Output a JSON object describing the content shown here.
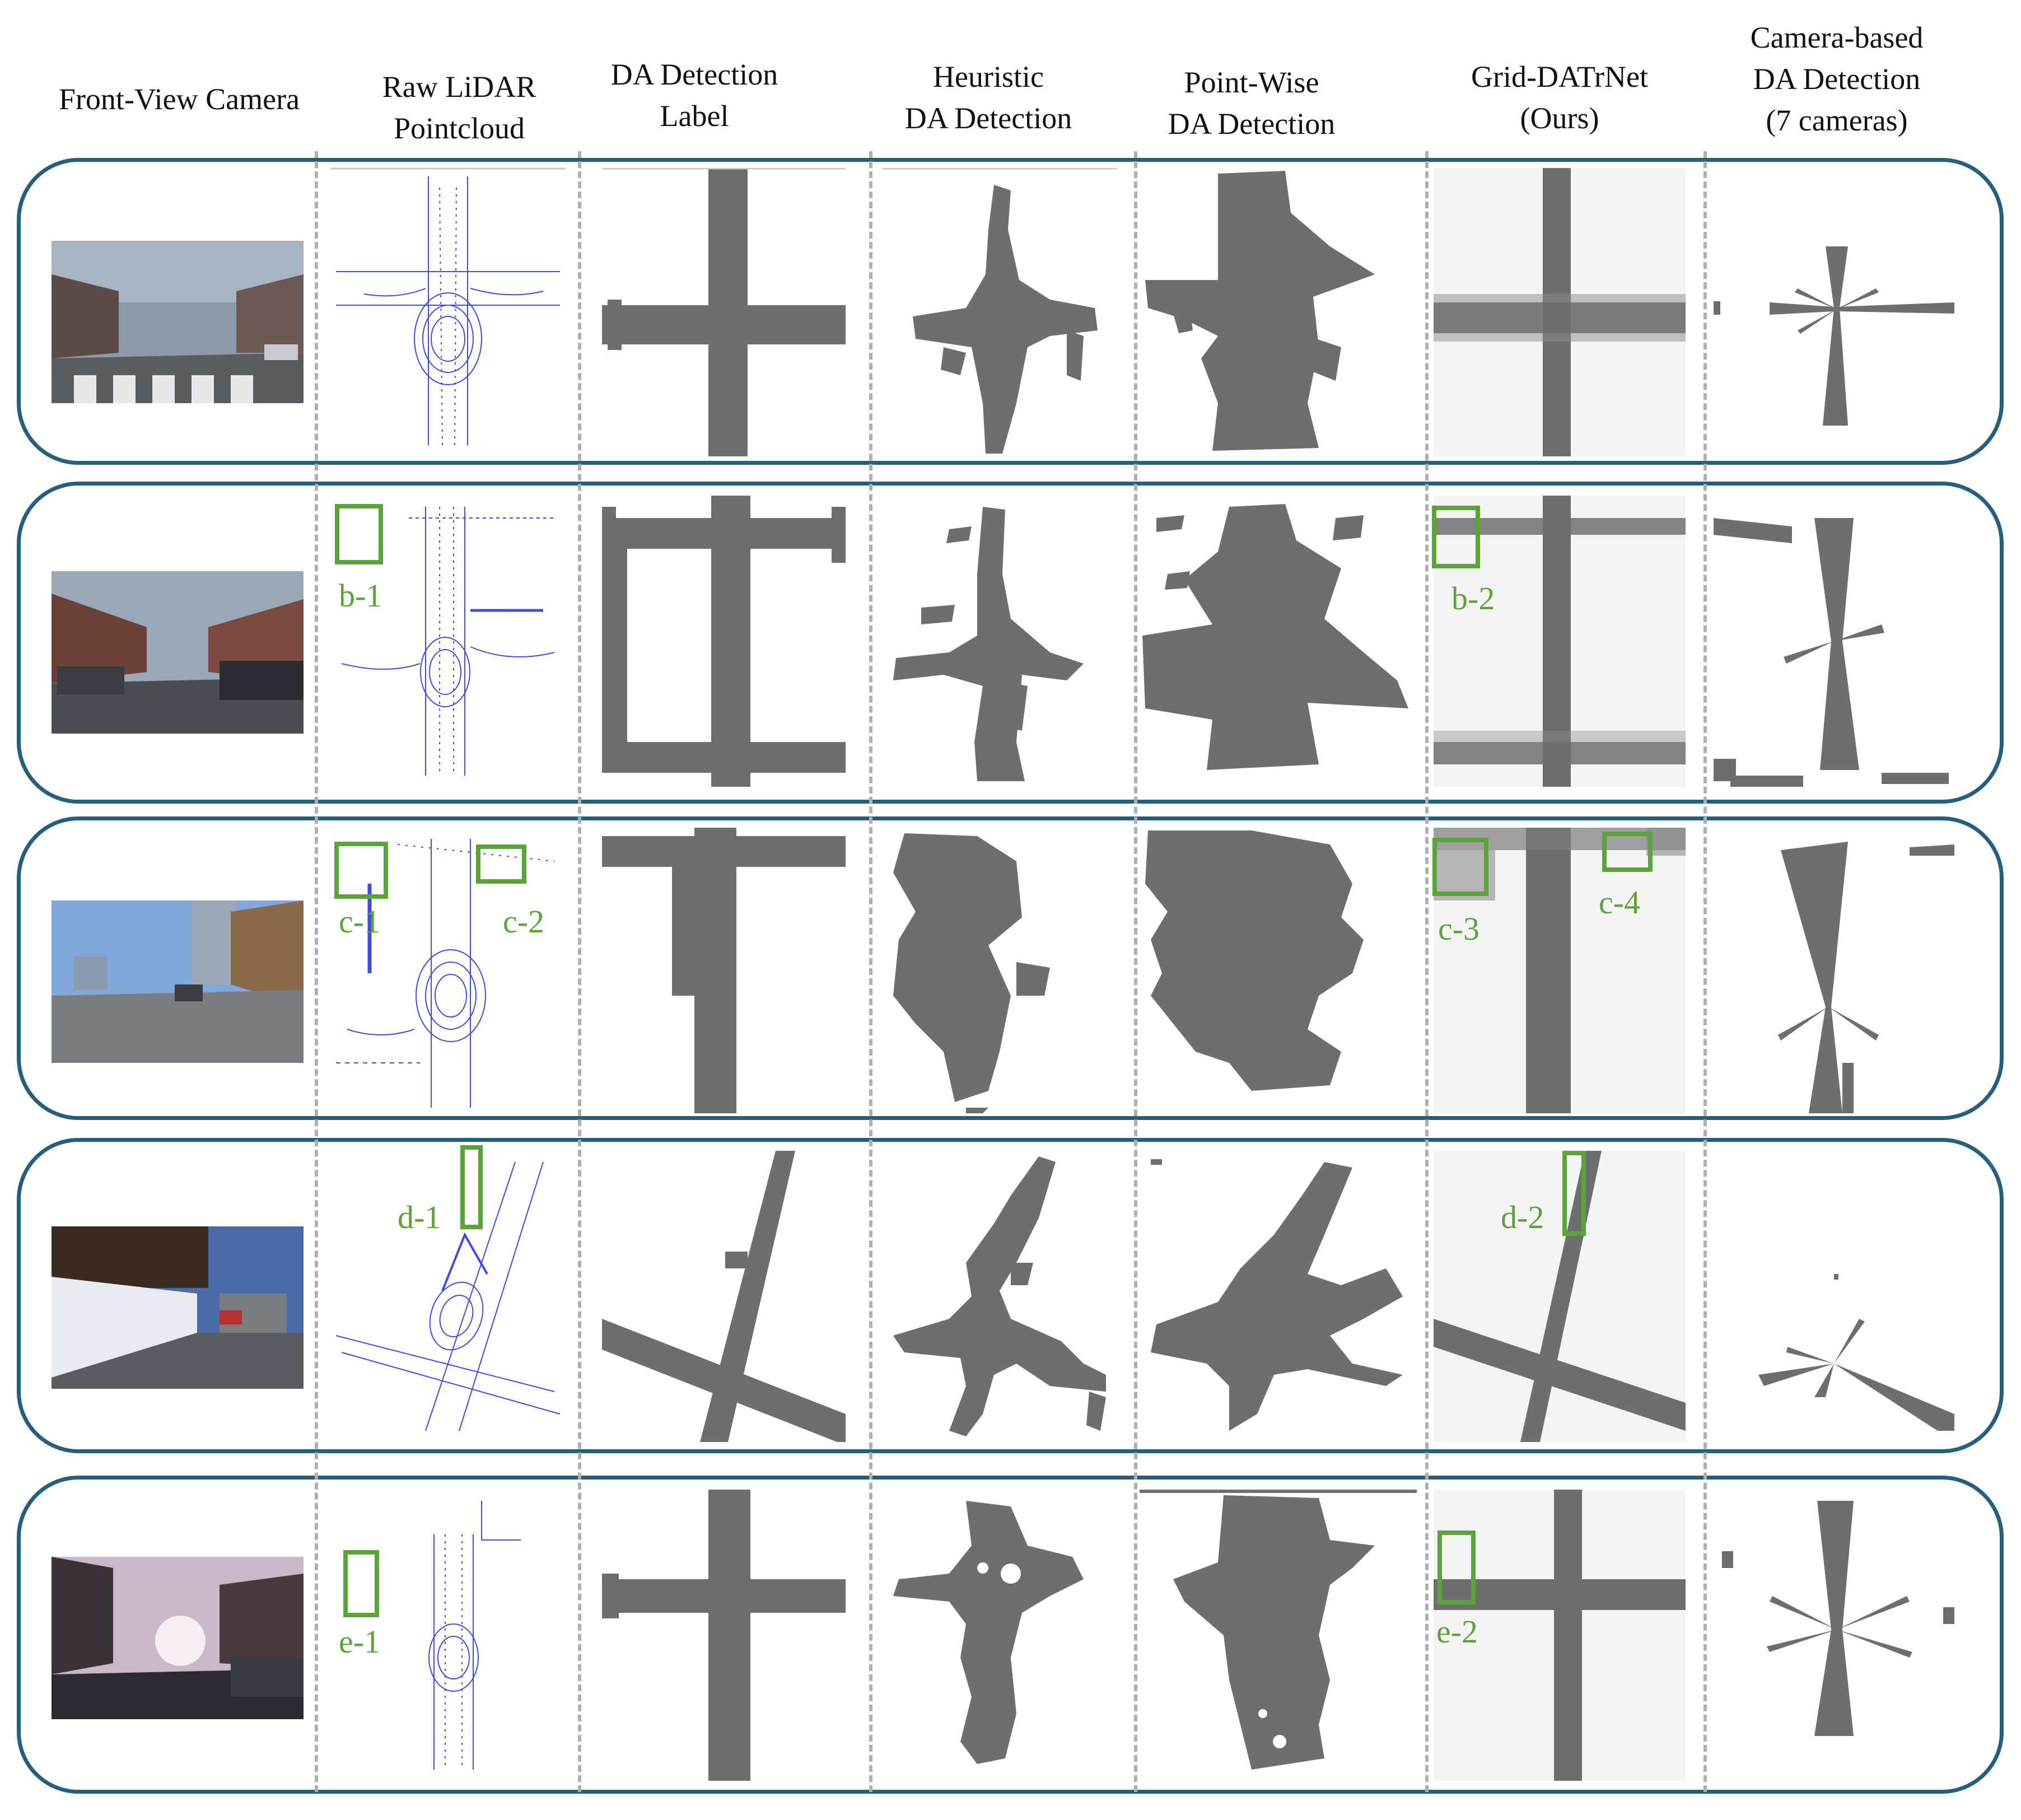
{
  "headers": [
    {
      "text": "Front-View Camera"
    },
    {
      "text": "Raw LiDAR\nPointcloud"
    },
    {
      "text": "DA Detection\nLabel"
    },
    {
      "text": "Heuristic\nDA Detection"
    },
    {
      "text": "Point-Wise\nDA Detection"
    },
    {
      "text": "Grid-DATrNet\n(Ours)"
    },
    {
      "text": "Camera-based\nDA Detection\n(7 cameras)"
    }
  ],
  "annotations": {
    "b1": "b-1",
    "b2": "b-2",
    "c1": "c-1",
    "c2": "c-2",
    "c3": "c-3",
    "c4": "c-4",
    "d1": "d-1",
    "d2": "d-2",
    "e1": "e-1",
    "e2": "e-2"
  },
  "colors": {
    "row_border": "#24607e",
    "annotation_green": "#5aa43a",
    "drivable_area_gray": "#6e6e6e",
    "lidar_points_blue": "#1f2be0",
    "column_divider": "#b0b0b0"
  }
}
